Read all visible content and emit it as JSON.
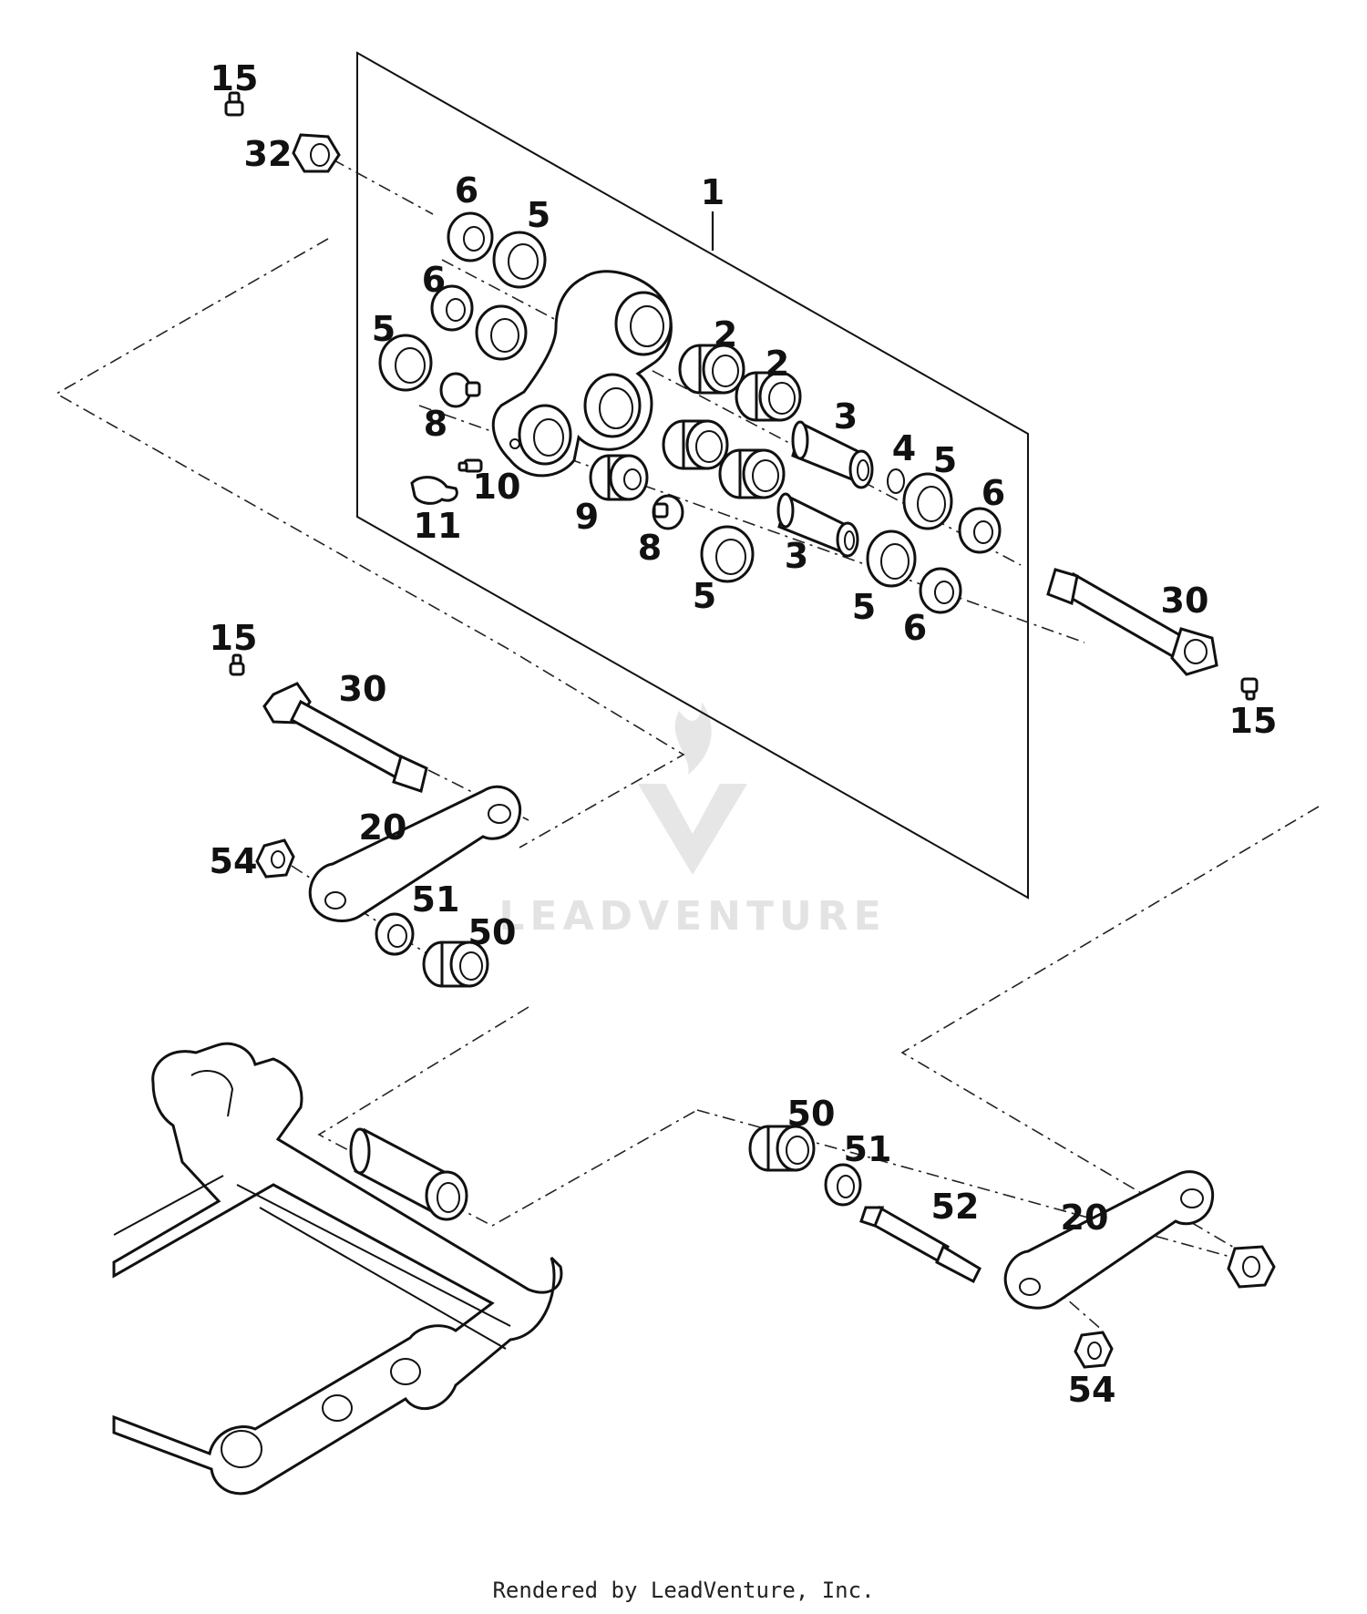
{
  "diagram": {
    "labels": {
      "l15a": "15",
      "l32": "32",
      "l1": "1",
      "l6a": "6",
      "l5a": "5",
      "l6b": "6",
      "l5b": "5",
      "l8a": "8",
      "l10": "10",
      "l11": "11",
      "l9": "9",
      "l8b": "8",
      "l5c": "5",
      "l2a": "2",
      "l2b": "2",
      "l3a": "3",
      "l4": "4",
      "l5d": "5",
      "l6c": "6",
      "l3b": "3",
      "l5e": "5",
      "l6d": "6",
      "l30a": "30",
      "l15b": "15",
      "l15c": "15",
      "l30b": "30",
      "l20a": "20",
      "l54a": "54",
      "l51a": "51",
      "l50a": "50",
      "l50b": "50",
      "l51b": "51",
      "l52": "52",
      "l20b": "20",
      "l54b": "54"
    },
    "watermark": "LEADVENTURE"
  },
  "footer": {
    "text": "Rendered by LeadVenture, Inc."
  }
}
